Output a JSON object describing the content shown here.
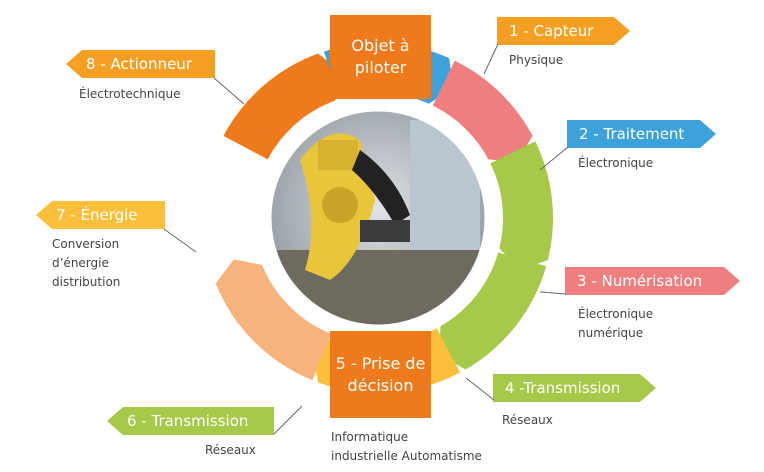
{
  "center_box_top": {
    "label": "Objet à\npiloter"
  },
  "center_box_bottom": {
    "label": "5 - Prise de\ndécision",
    "sub": "Informatique\nindustrielle Automatisme"
  },
  "steps": [
    {
      "label": "1 - Capteur",
      "sub": "Physique",
      "color": "#f5a023"
    },
    {
      "label": "2 - Traitement",
      "sub": "Électronique",
      "color": "#3da2dc"
    },
    {
      "label": "3 - Numérisation",
      "sub": "Électronique\nnumérique",
      "color": "#ef7f7f"
    },
    {
      "label": "4 -Transmission",
      "sub": "Réseaux",
      "color": "#a6c94a"
    },
    {
      "label": "6 - Transmission",
      "sub": "Réseaux",
      "color": "#a6c94a"
    },
    {
      "label": "7 - Énergie",
      "sub": "Conversion\nd’énergie\ndistribution",
      "color": "#fbbf3c"
    },
    {
      "label": "8 - Actionneur",
      "sub": "Électrotechnique",
      "color": "#f5a023"
    }
  ],
  "colors": {
    "orange": "#ee7a1b",
    "blue": "#3da2dc",
    "pink": "#ef7f7f",
    "green": "#a6c94a",
    "yellow": "#fbbf3c",
    "peach": "#f6b37c",
    "photo_bg": "#c8cdd2",
    "robot": "#e9c53a"
  }
}
